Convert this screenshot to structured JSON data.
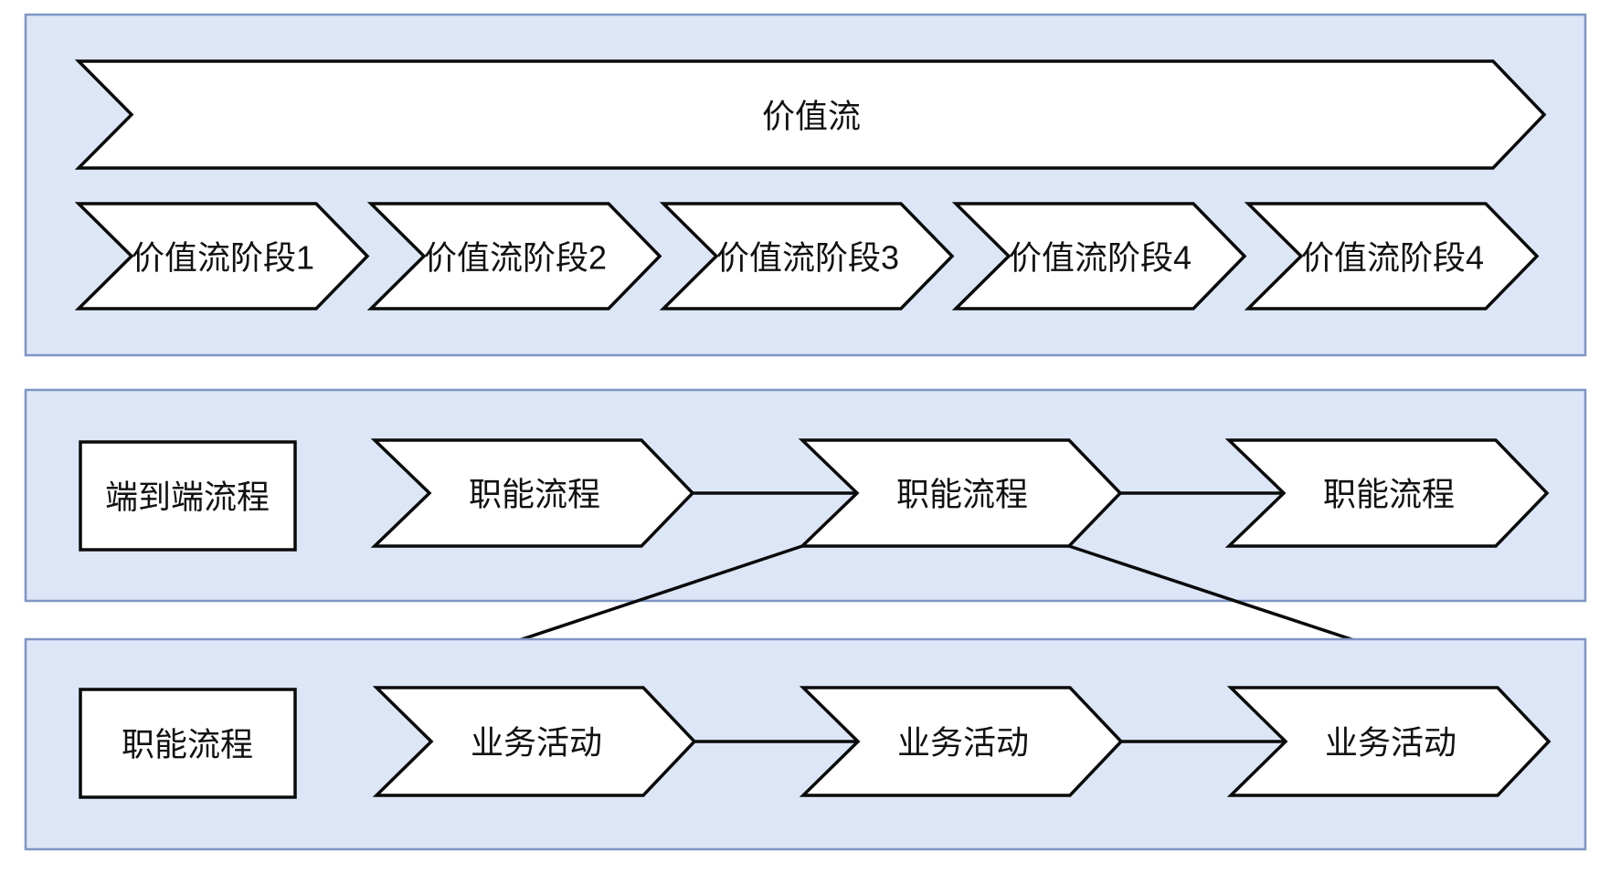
{
  "colors": {
    "band_fill": "#dce6f7",
    "band_border": "#7e96c4",
    "shape_fill": "#ffffff",
    "shape_border": "#0a0a0a",
    "text": "#111111"
  },
  "value_stream_band": {
    "main_arrow_label": "价值流",
    "stage_labels": [
      "价值流阶段1",
      "价值流阶段2",
      "价值流阶段3",
      "价值流阶段4",
      "价值流阶段4"
    ]
  },
  "e2e_band": {
    "category_box_label": "端到端流程",
    "arrow_labels": [
      "职能流程",
      "职能流程",
      "职能流程"
    ]
  },
  "activity_band": {
    "category_box_label": "职能流程",
    "arrow_labels": [
      "业务活动",
      "业务活动",
      "业务活动"
    ]
  }
}
